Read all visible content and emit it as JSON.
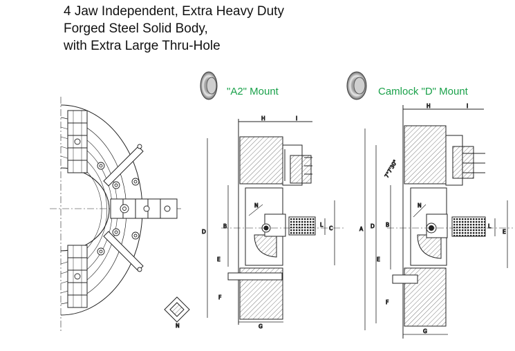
{
  "title": {
    "line1": "4 Jaw Independent, Extra Heavy Duty",
    "line2": "Forged Steel Solid Body,",
    "line3": "with Extra Large Thru-Hole"
  },
  "mounts": {
    "a2": {
      "label": "\"A2\"  Mount"
    },
    "d": {
      "label": "Camlock \"D\"  Mount"
    }
  },
  "dimensions": {
    "a2": {
      "H": "H",
      "I": "I",
      "D": "D",
      "B": "B",
      "C": "C",
      "E": "E",
      "F": "F",
      "G": "G",
      "N": "N",
      "L": "L"
    },
    "d": {
      "H": "H",
      "I": "I",
      "A": "A",
      "D": "D",
      "B": "B",
      "E": "E",
      "F": "F",
      "G": "G",
      "N": "N",
      "L": "L",
      "angle": "7°7'30\""
    }
  },
  "colors": {
    "line": "#222222",
    "hatch": "#555555",
    "accent": "#1aa14a"
  }
}
